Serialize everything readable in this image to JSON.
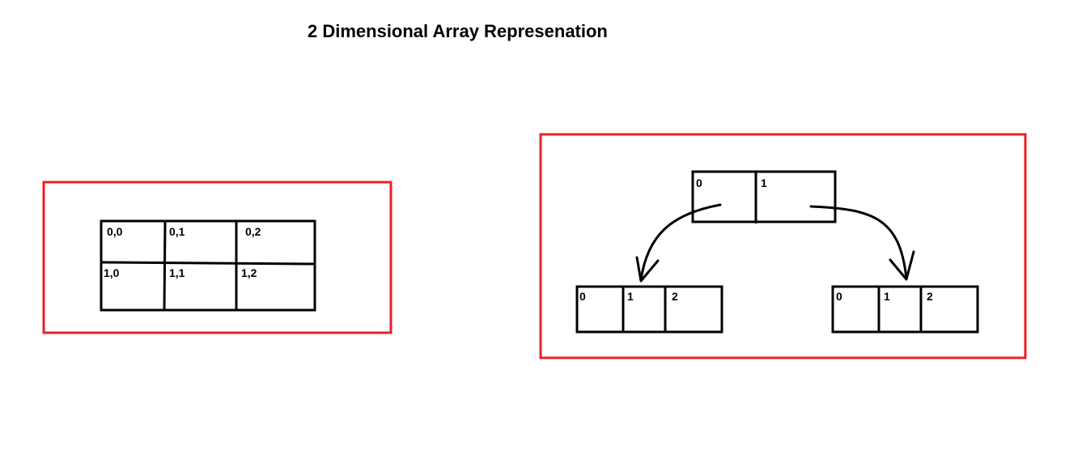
{
  "title": "2 Dimensional Array Represenation",
  "colors": {
    "frame": "#e8202a",
    "ink": "#000000",
    "background": "#ffffff"
  },
  "grid_diagram": {
    "rows": [
      [
        "0,0",
        "0,1",
        "0,2"
      ],
      [
        "1,0",
        "1,1",
        "1,2"
      ]
    ]
  },
  "pointer_diagram": {
    "top_array": [
      "0",
      "1"
    ],
    "sub_arrays": [
      {
        "cells": [
          "0",
          "1",
          "2"
        ]
      },
      {
        "cells": [
          "0",
          "1",
          "2"
        ]
      }
    ]
  }
}
